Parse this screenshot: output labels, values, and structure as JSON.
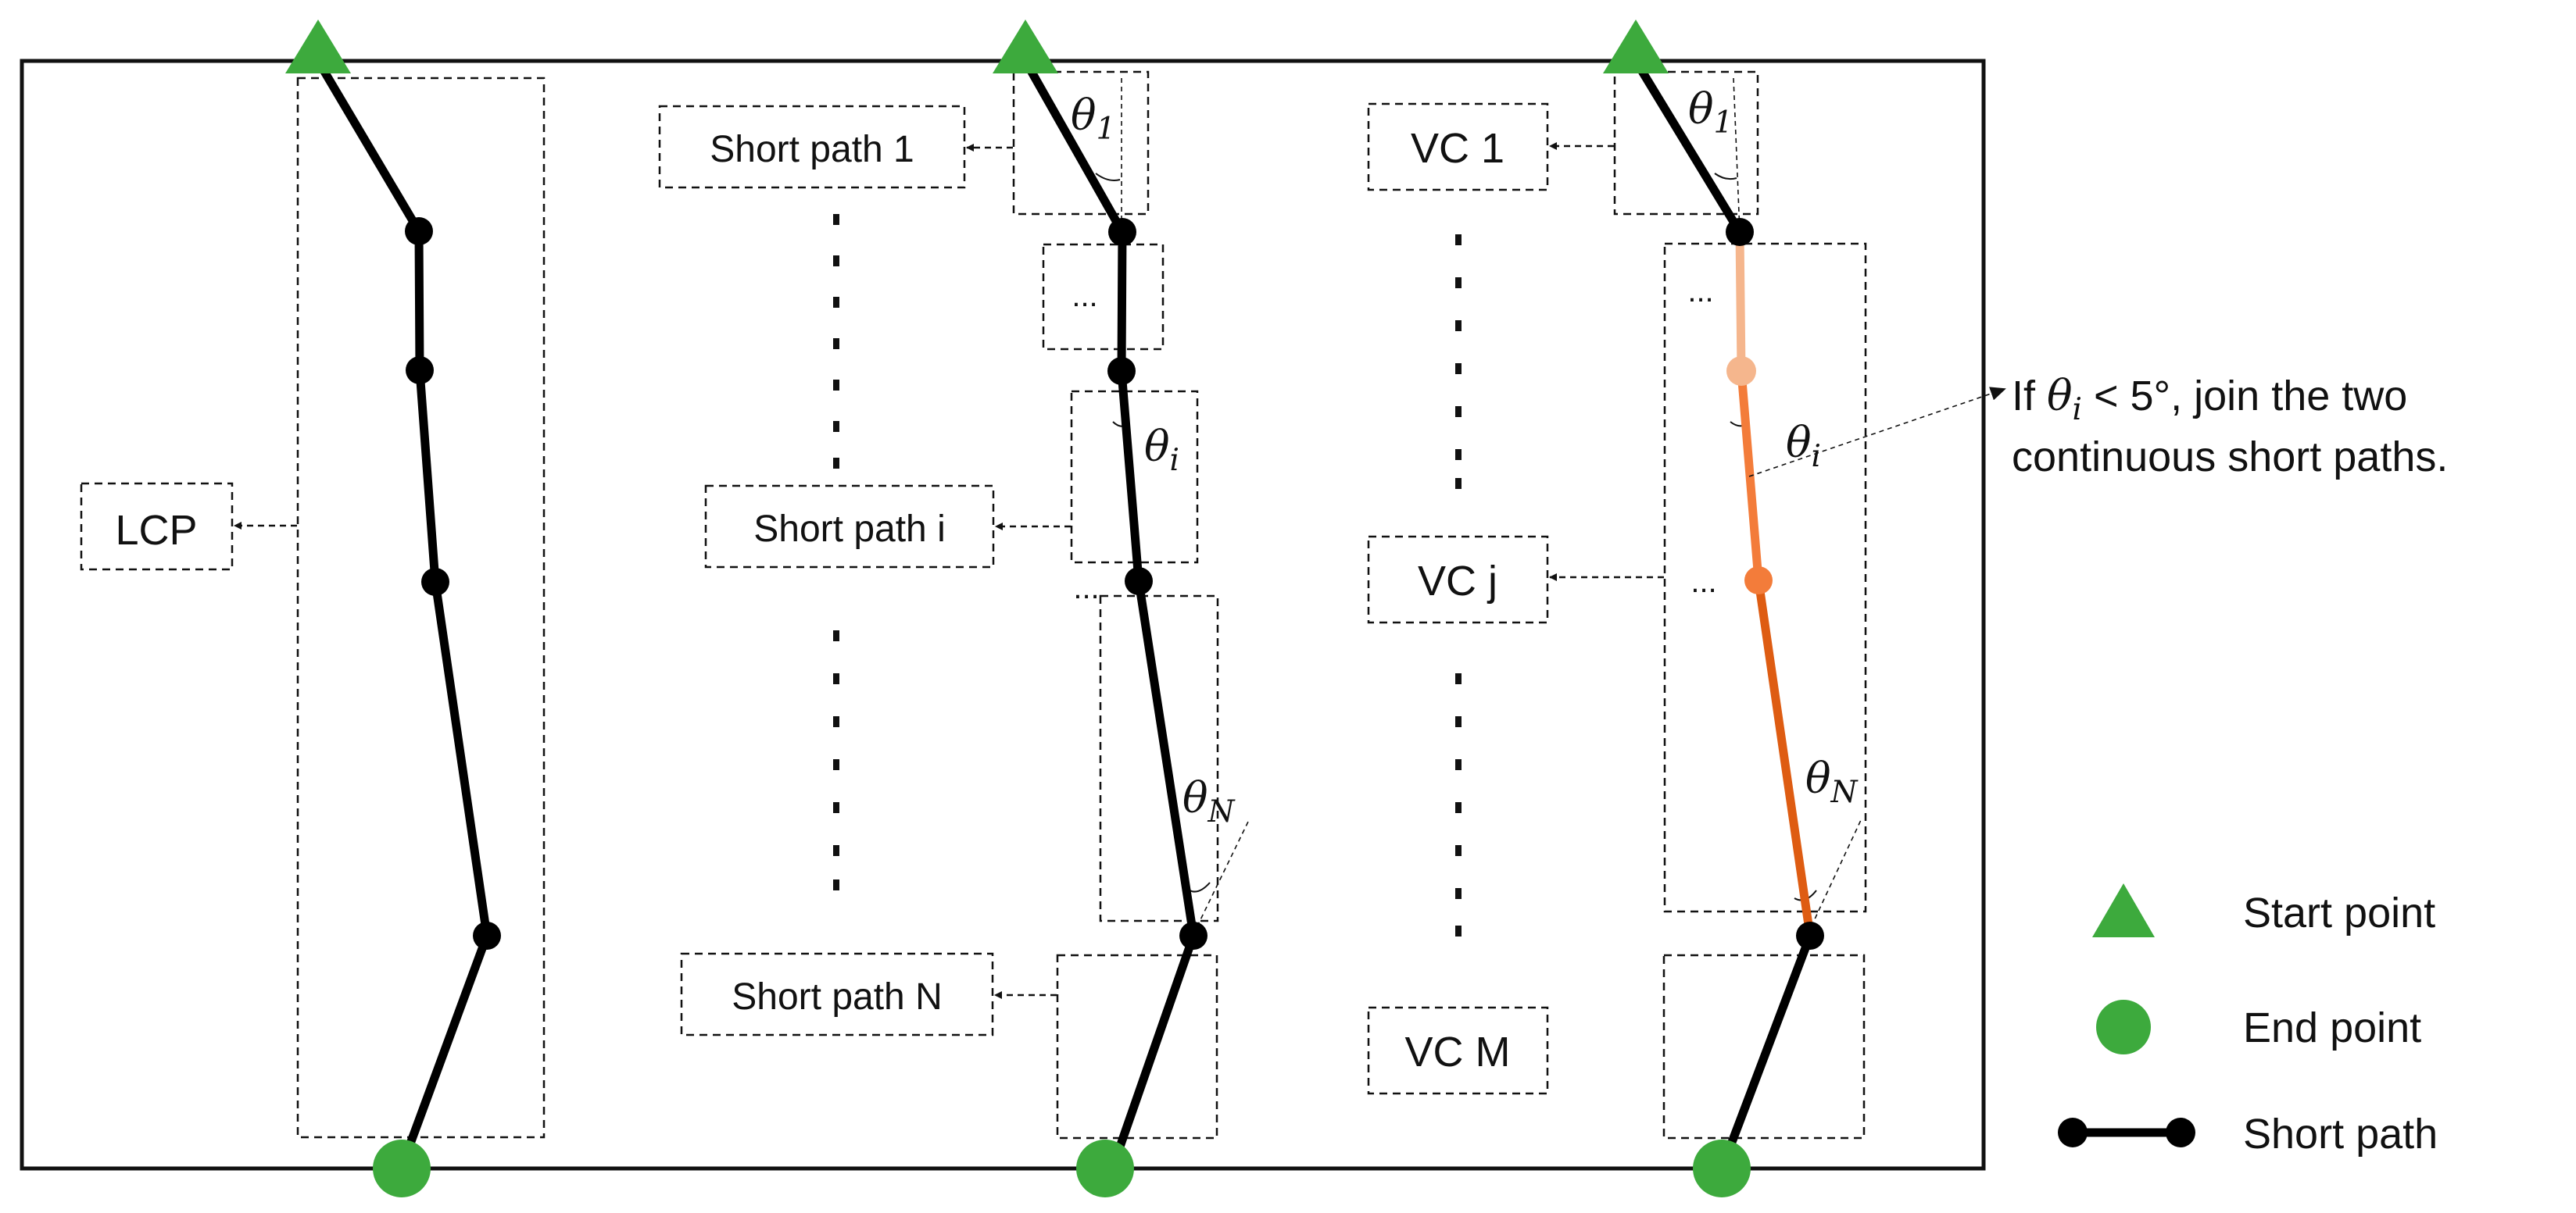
{
  "colors": {
    "start_end": "#3daa3d",
    "path": "#000000",
    "orange_light": "#f5b68d",
    "orange_mid": "#f37c3a",
    "orange_dark": "#de5c12"
  },
  "panel1": {
    "lcp_label": "LCP"
  },
  "panel2": {
    "short_path_1": "Short path 1",
    "short_path_i": "Short path i",
    "short_path_n": "Short path N",
    "ellipsis": "...",
    "theta_1": "θ",
    "theta_1_sub": "1",
    "theta_i": "θ",
    "theta_i_sub": "i",
    "theta_n": "θ",
    "theta_n_sub": "N"
  },
  "panel3": {
    "vc_1": "VC 1",
    "vc_j": "VC j",
    "vc_m": "VC M",
    "ellipsis": "...",
    "theta_1": "θ",
    "theta_1_sub": "1",
    "theta_i": "θ",
    "theta_i_sub": "i",
    "theta_n": "θ",
    "theta_n_sub": "N"
  },
  "annotation": {
    "line1_prefix": "If ",
    "theta": "θ",
    "theta_sub": "i",
    "line1_suffix": " < 5°, join the two",
    "line2": "continuous short paths."
  },
  "legend": {
    "start": "Start point",
    "end": "End point",
    "short_path": "Short path"
  }
}
